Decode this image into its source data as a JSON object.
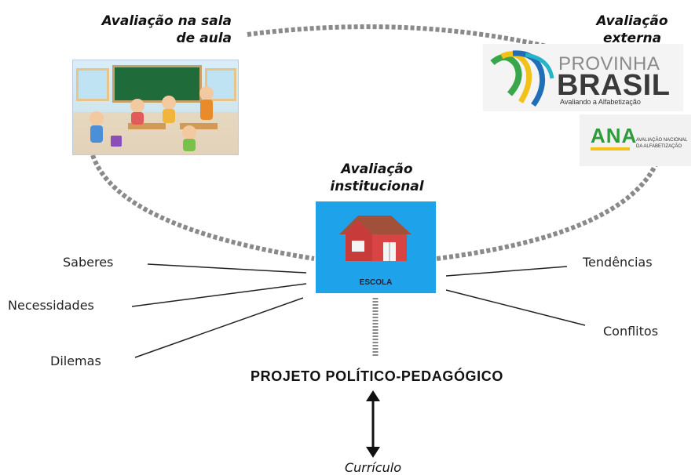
{
  "labels": {
    "sala_de_aula_line1": "Avaliação na sala",
    "sala_de_aula_line2": "de aula",
    "externa_line1": "Avaliação",
    "externa_line2": "externa",
    "institucional_line1": "Avaliação",
    "institucional_line2": "institucional",
    "saberes": "Saberes",
    "necessidades": "Necessidades",
    "dilemas": "Dilemas",
    "tendencias": "Tendências",
    "conflitos": "Conflitos",
    "ppp": "PROJETO POLÍTICO-PEDAGÓGICO",
    "curriculo": "Currículo"
  },
  "escola": {
    "caption": "ESCOLA",
    "color": "#1ea2ea"
  },
  "logos": {
    "provinha_word1": "PROVINHA",
    "provinha_word2": "BRASIL",
    "provinha_tagline": "Avaliando a Alfabetização",
    "ana_word": "ANA",
    "ana_caption_1": "AVALIAÇÃO NACIONAL",
    "ana_caption_2": "DA ALFABETIZAÇÃO"
  },
  "colors": {
    "dashed_ring": "#8a8a8a",
    "arrow": "#111111"
  }
}
